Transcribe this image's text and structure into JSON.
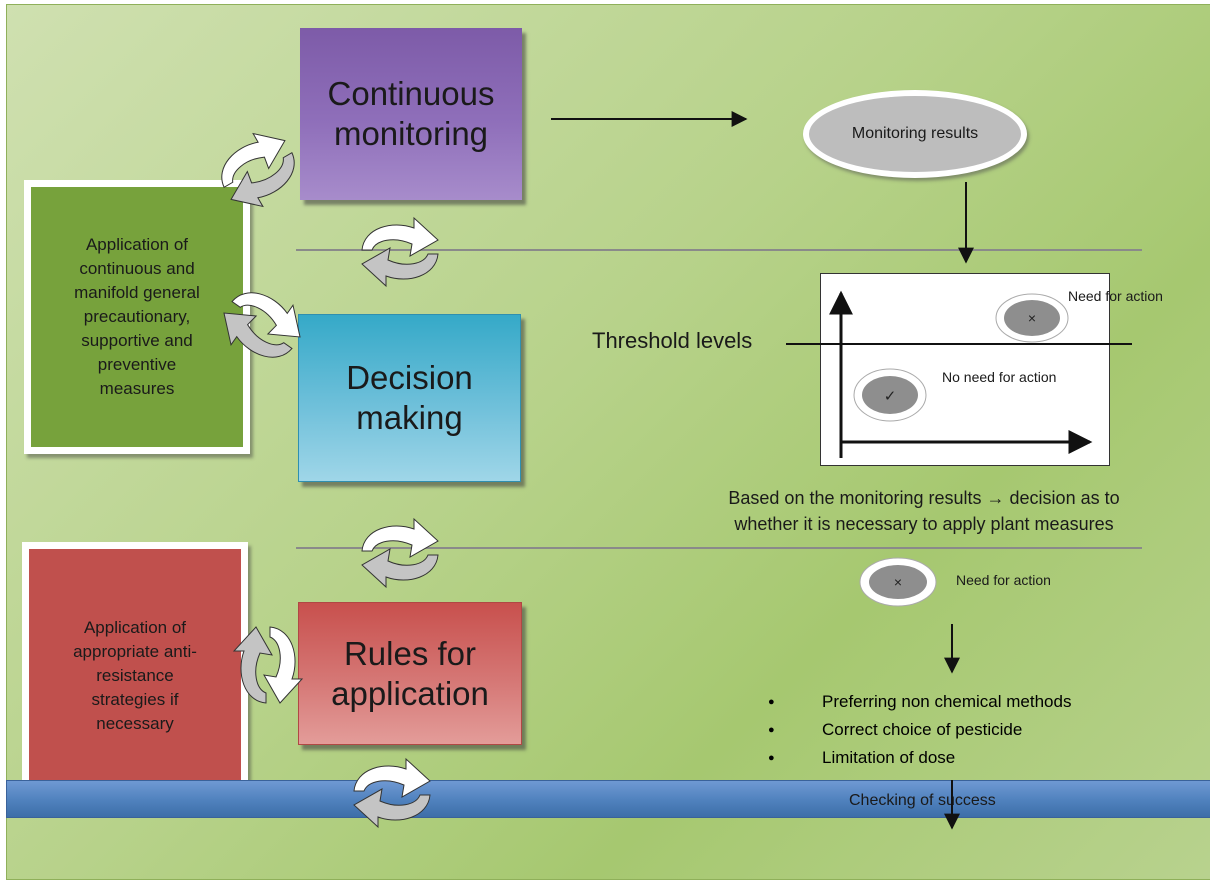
{
  "steps": {
    "monitoring": "Continuous\nmonitoring",
    "decision": "Decision\nmaking",
    "rules": "Rules for\napplication"
  },
  "side_boxes": {
    "preventive": "Application of\ncontinuous and\nmanifold general\nprecautionary,\nsupportive and\npreventive\nmeasures",
    "resistance": "Application of\nappropriate anti-\nresistance\nstrategies if\nnecessary"
  },
  "monitoring_results": "Monitoring results",
  "threshold_label": "Threshold levels",
  "chart": {
    "above_label": "Need for action",
    "above_symbol": "×",
    "below_label": "No need for action",
    "below_symbol": "✓"
  },
  "decision_caption": "Based on the monitoring results → decision as to\nwhether it is necessary to apply plant measures",
  "action_label": "Need for action",
  "action_symbol": "×",
  "measures": [
    "Preferring non chemical methods",
    "Correct choice of pesticide",
    "Limitation of dose"
  ],
  "bottom_bar": "Checking of success",
  "colors": {
    "monitoring_box": "#8f6fba",
    "decision_box": "#6fc0da",
    "rules_box": "#d57775",
    "preventive_box": "#77a23c",
    "resistance_box": "#c0504d",
    "background": "#b7d28a",
    "bottom_bar": "#4f81bd"
  },
  "icons": [
    "cycle-arrows-icon",
    "right-arrow-icon",
    "down-arrow-icon",
    "cross-icon",
    "check-icon"
  ]
}
